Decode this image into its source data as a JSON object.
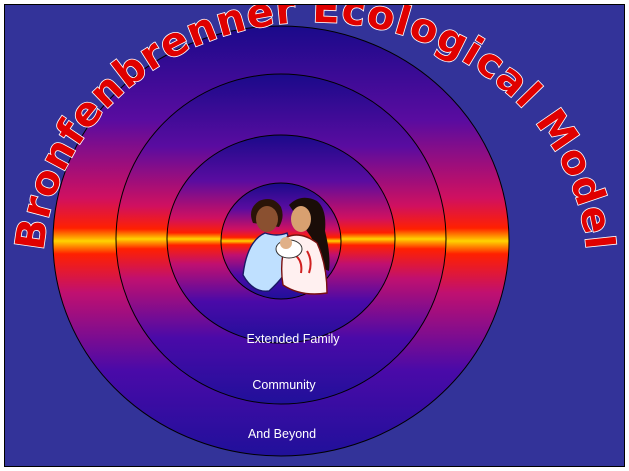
{
  "slide": {
    "title": "Bronfenbrenner Ecological Model",
    "rings": [
      "Extended Family",
      "Community",
      "And Beyond"
    ],
    "center_image": "family-clipart"
  },
  "colors": {
    "background": "#333399",
    "title_fill": "#e00000",
    "title_outline": "#ffffff",
    "ring_center": "#ffcc00",
    "ring_mid": "#ff0000",
    "ring_edge": "#220099"
  }
}
